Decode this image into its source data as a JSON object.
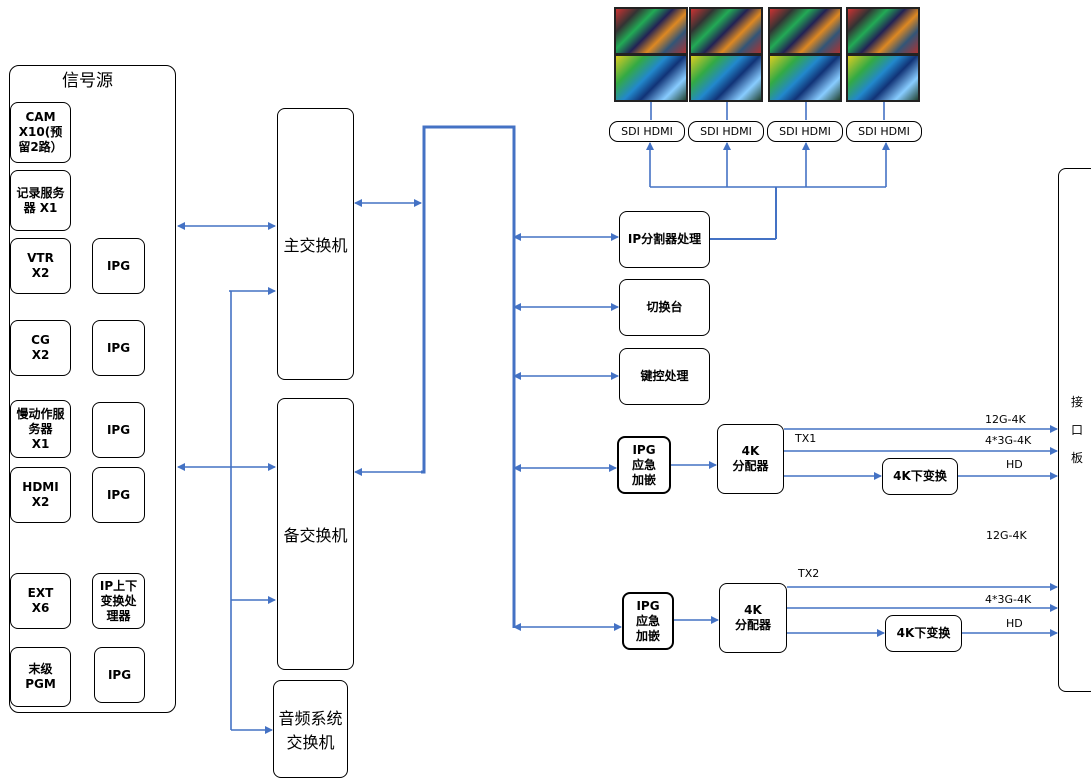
{
  "source_panel": {
    "title": "信号源",
    "sources": [
      {
        "label": "CAM\nX10(预\n留2路）"
      },
      {
        "label": "记录服务\n器 X1"
      },
      {
        "label": "VTR\nX2",
        "proc": "IPG"
      },
      {
        "label": "CG\nX2",
        "proc": "IPG"
      },
      {
        "label": "慢动作服\n务器\nX1",
        "proc": "IPG"
      },
      {
        "label": "HDMI\nX2",
        "proc": "IPG"
      },
      {
        "label": "EXT\nX6",
        "proc": "IP上下\n变换处\n理器"
      },
      {
        "label": "末级\nPGM",
        "proc": "IPG"
      }
    ]
  },
  "switches": {
    "main": "主交换机",
    "backup": "备交换机",
    "audio": "音频系统\n交换机"
  },
  "processing": {
    "ip_splitter": "IP分割器处理",
    "switcher": "切换台",
    "keyer": "键控处理"
  },
  "monitor_outputs": [
    "SDI HDMI",
    "SDI HDMI",
    "SDI HDMI",
    "SDI HDMI"
  ],
  "tx_chains": [
    {
      "name": "TX1",
      "ipg": "IPG\n应急\n加嵌",
      "distributor": "4K\n分配器",
      "down_convert": "4K下变换",
      "outputs": [
        "12G-4K",
        "4*3G-4K",
        "HD",
        "12G-4K"
      ]
    },
    {
      "name": "TX2",
      "ipg": "IPG\n应急\n加嵌",
      "distributor": "4K\n分配器",
      "down_convert": "4K下变换",
      "outputs": [
        "4*3G-4K",
        "HD"
      ]
    }
  ],
  "interface_board": "接\n\n口\n\n板",
  "colors": {
    "line": "#4472c4"
  }
}
